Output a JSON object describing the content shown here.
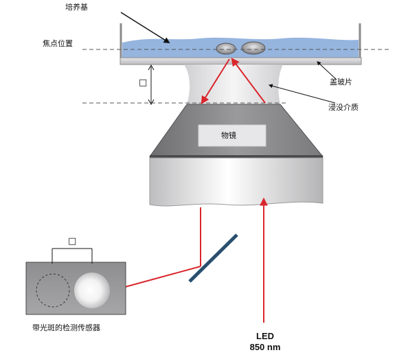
{
  "labels": {
    "culture_medium": "培养基",
    "focus_position": "焦点位置",
    "coverslip": "盖玻片",
    "immersion_medium": "浸没介质",
    "objective": "物镜",
    "sensor": "带光斑的检测传感器",
    "led_line1": "LED",
    "led_line2": "850 nm",
    "distance_symbol": "□",
    "spot_offset_symbol": "□"
  },
  "colors": {
    "beam": "#d9262c",
    "mirror": "#2a4f6e",
    "medium": "#8fb1dd",
    "objective_gray": "#a9a9ab"
  }
}
